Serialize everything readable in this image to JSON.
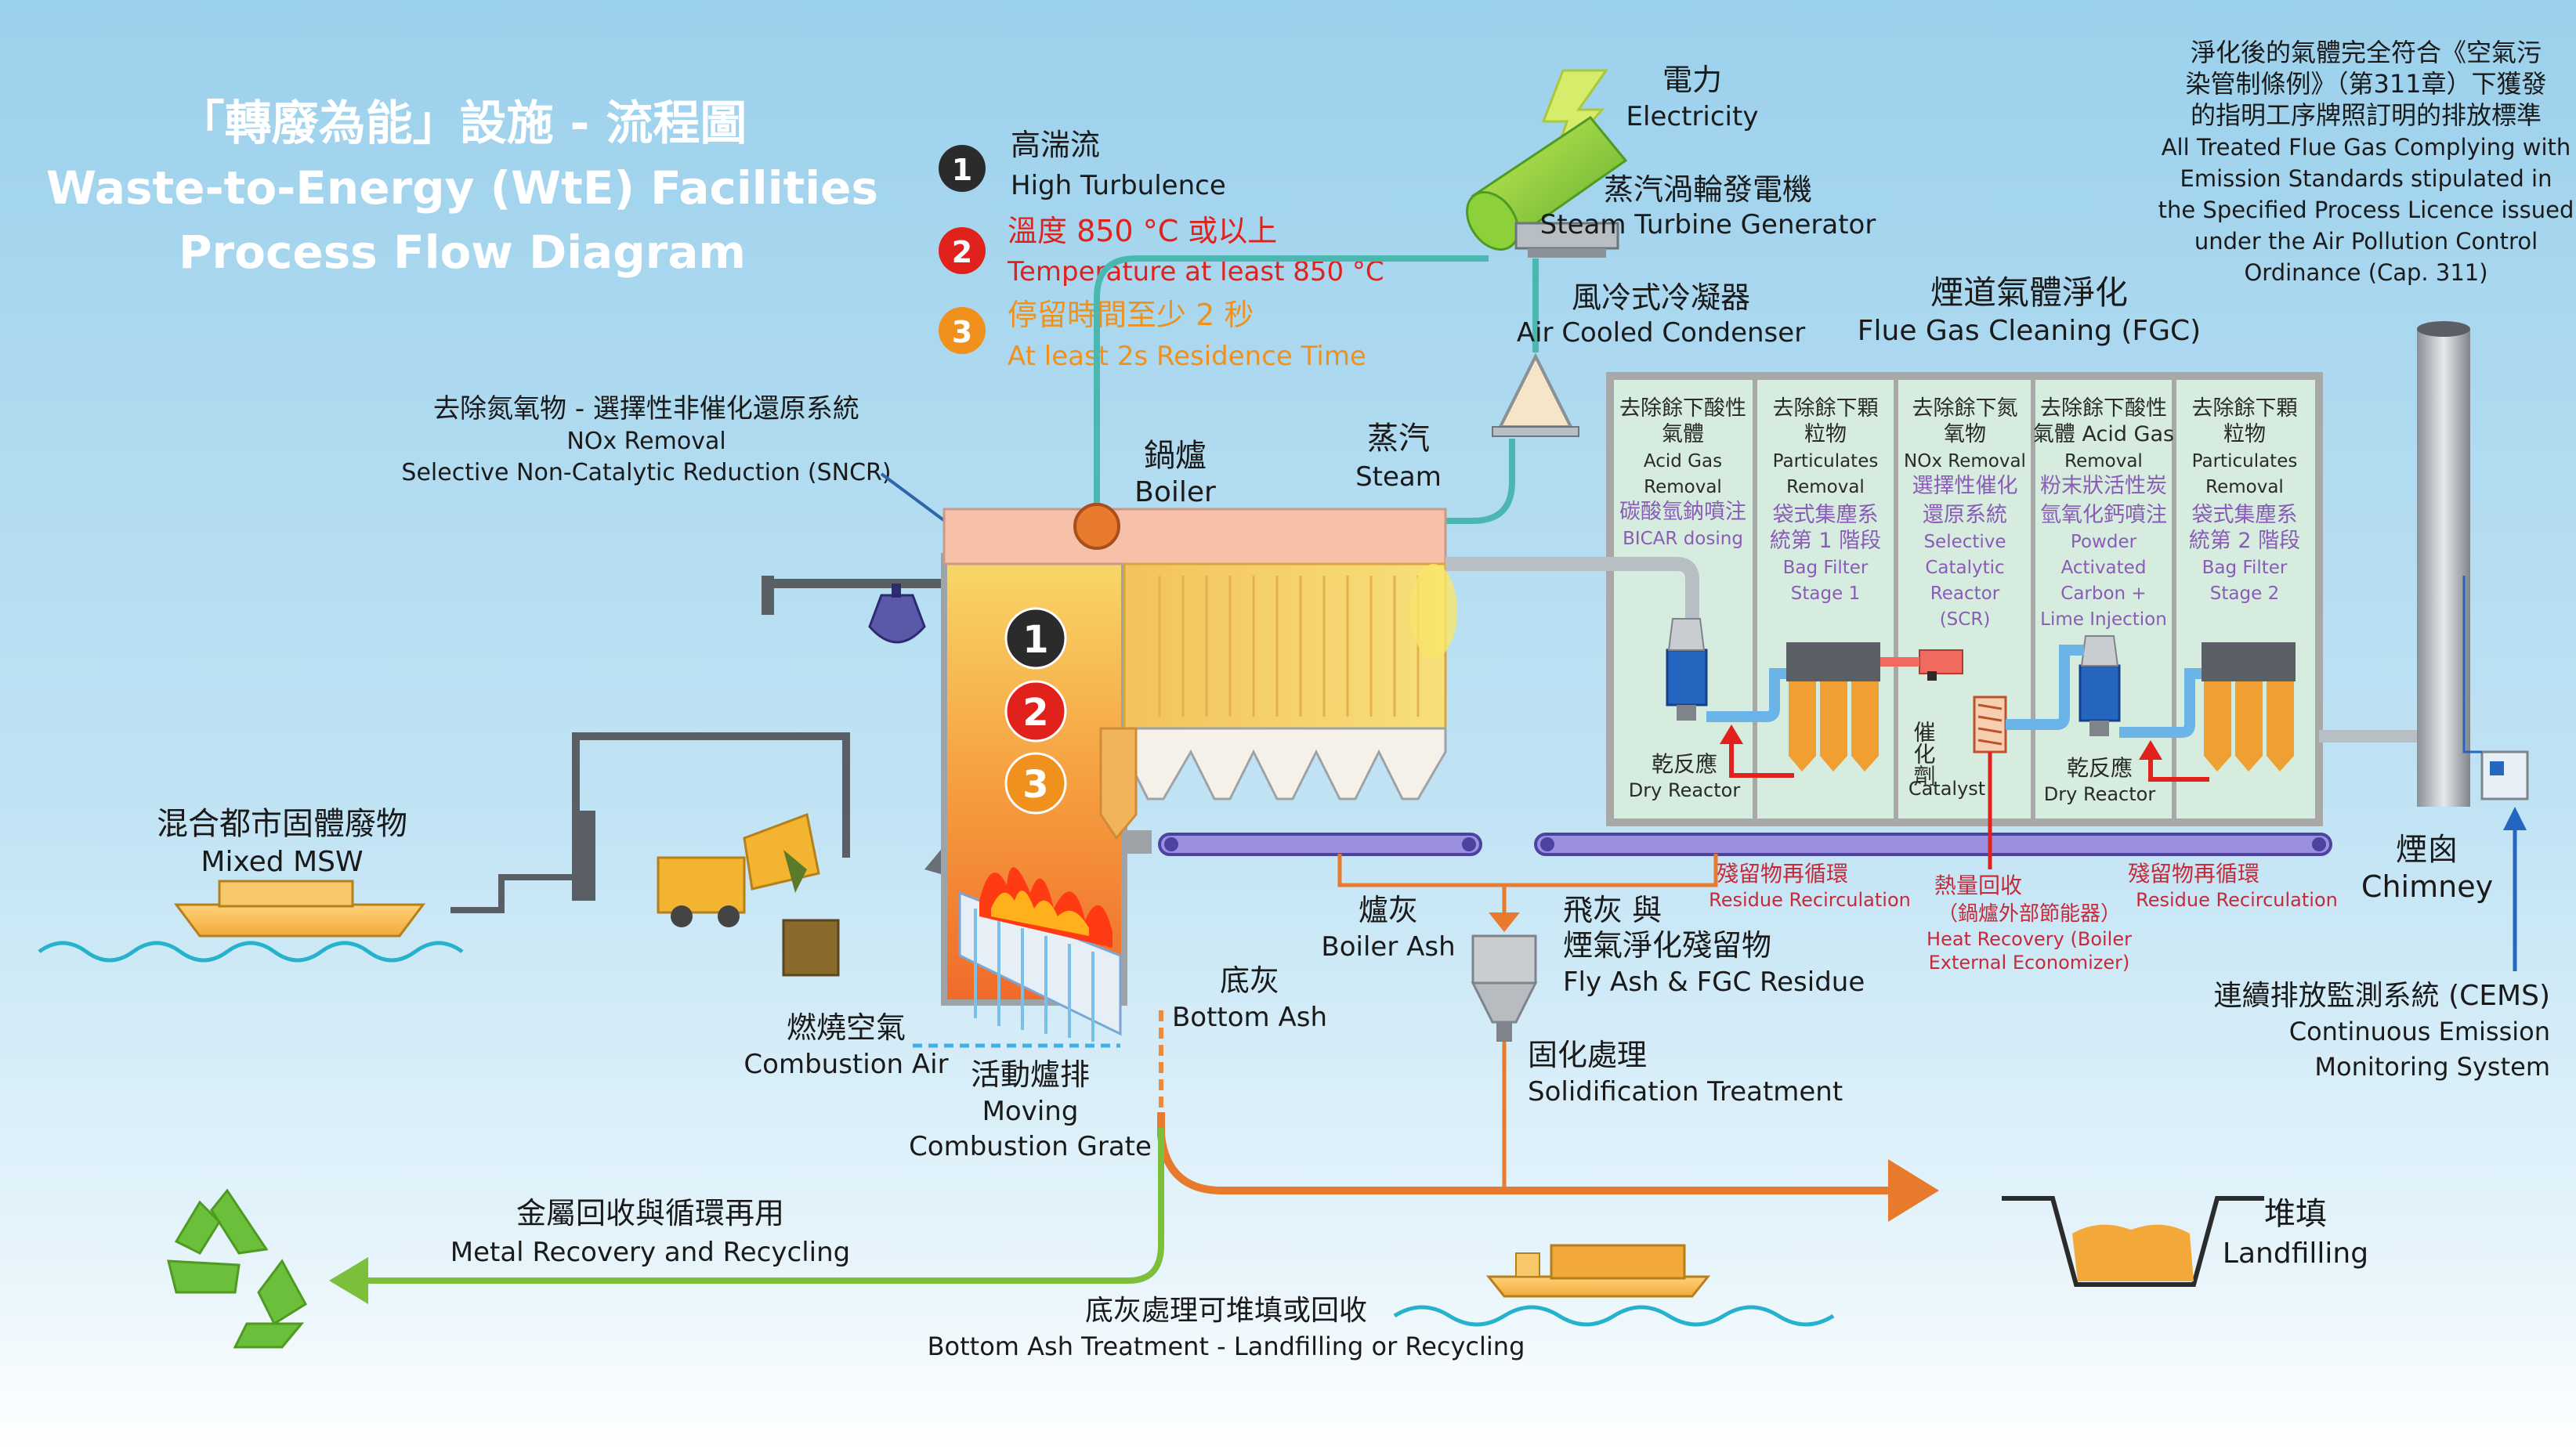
{
  "title": {
    "zh": "「轉廢為能」設施 - 流程圖",
    "en_line1": "Waste-to-Energy (WtE) Facilities",
    "en_line2": "Process Flow Diagram"
  },
  "conditions": [
    {
      "num": "1",
      "zh": "高湍流",
      "en": "High Turbulence",
      "color": "#2b2b2b"
    },
    {
      "num": "2",
      "zh": "溫度 850 °C 或以上",
      "en": "Temperature at least 850 °C",
      "color": "#e0211c"
    },
    {
      "num": "3",
      "zh": "停留時間至少 2 秒",
      "en": "At least 2s Residence Time",
      "color": "#f0901d"
    }
  ],
  "labels": {
    "electricity_zh": "電力",
    "electricity_en": "Electricity",
    "turbine_zh": "蒸汽渦輪發電機",
    "turbine_en": "Steam Turbine Generator",
    "condenser_zh": "風冷式冷凝器",
    "condenser_en": "Air Cooled Condenser",
    "fgc_zh": "煙道氣體淨化",
    "fgc_en": "Flue Gas Cleaning (FGC)",
    "compliance_zh_1": "淨化後的氣體完全符合《空氣污",
    "compliance_zh_2": "染管制條例》（第311章）下獲發",
    "compliance_zh_3": "的指明工序牌照訂明的排放標準",
    "compliance_en_1": "All Treated Flue Gas Complying with",
    "compliance_en_2": "Emission Standards stipulated in",
    "compliance_en_3": "the Specified Process Licence issued",
    "compliance_en_4": "under the Air Pollution Control",
    "compliance_en_5": "Ordinance (Cap. 311)",
    "sncr_zh": "去除氮氧物 - 選擇性非催化還原系統",
    "sncr_en1": "NOx Removal",
    "sncr_en2": "Selective Non-Catalytic Reduction (SNCR)",
    "boiler_zh": "鍋爐",
    "boiler_en": "Boiler",
    "steam_zh": "蒸汽",
    "steam_en": "Steam",
    "msw_zh": "混合都市固體廢物",
    "msw_en": "Mixed MSW",
    "comb_air_zh": "燃燒空氣",
    "comb_air_en": "Combustion Air",
    "grate_zh": "活動爐排",
    "grate_en1": "Moving",
    "grate_en2": "Combustion Grate",
    "bottom_ash_zh": "底灰",
    "bottom_ash_en": "Bottom Ash",
    "boiler_ash_zh": "爐灰",
    "boiler_ash_en": "Boiler Ash",
    "fly_ash_zh1": "飛灰 與",
    "fly_ash_zh2": "煙氣淨化殘留物",
    "fly_ash_en": "Fly Ash & FGC Residue",
    "solid_zh": "固化處理",
    "solid_en": "Solidification Treatment",
    "recirc_zh": "殘留物再循環",
    "recirc_en": "Residue Recirculation",
    "heat_zh1": "熱量回收",
    "heat_zh2": "（鍋爐外部節能器）",
    "heat_en1": "Heat Recovery (Boiler",
    "heat_en2": "External Economizer)",
    "chimney_zh": "煙囪",
    "chimney_en": "Chimney",
    "cems_zh": "連續排放監測系統 (CEMS)",
    "cems_en1": "Continuous Emission",
    "cems_en2": "Monitoring System",
    "metal_zh": "金屬回收與循環再用",
    "metal_en": "Metal Recovery and Recycling",
    "bat_zh": "底灰處理可堆填或回收",
    "bat_en": "Bottom Ash Treatment - Landfilling or Recycling",
    "landfill_zh": "堆填",
    "landfill_en": "Landfilling",
    "dry_reactor_zh": "乾反應",
    "dry_reactor_en": "Dry Reactor",
    "catalyst_zh": "催化劑",
    "catalyst_en": "Catalyst"
  },
  "fgc_panels": [
    {
      "lines": [
        {
          "t": "去除餘下酸性",
          "c": "dark"
        },
        {
          "t": "氣體",
          "c": "dark"
        },
        {
          "t": "Acid Gas",
          "c": "dark"
        },
        {
          "t": "Removal",
          "c": "dark"
        },
        {
          "t": "碳酸氫鈉噴注",
          "c": "purple"
        },
        {
          "t": "BICAR dosing",
          "c": "purple"
        }
      ]
    },
    {
      "lines": [
        {
          "t": "去除餘下顆",
          "c": "dark"
        },
        {
          "t": "粒物",
          "c": "dark"
        },
        {
          "t": "Particulates",
          "c": "dark"
        },
        {
          "t": "Removal",
          "c": "dark"
        },
        {
          "t": "袋式集塵系",
          "c": "purple"
        },
        {
          "t": "統第 1 階段",
          "c": "purple"
        },
        {
          "t": "Bag Filter",
          "c": "purple"
        },
        {
          "t": "Stage 1",
          "c": "purple"
        }
      ]
    },
    {
      "lines": [
        {
          "t": "去除餘下氮",
          "c": "dark"
        },
        {
          "t": "氧物",
          "c": "dark"
        },
        {
          "t": "NOx Removal",
          "c": "dark"
        },
        {
          "t": "選擇性催化",
          "c": "purple"
        },
        {
          "t": "還原系統",
          "c": "purple"
        },
        {
          "t": "Selective",
          "c": "purple"
        },
        {
          "t": "Catalytic",
          "c": "purple"
        },
        {
          "t": "Reactor",
          "c": "purple"
        },
        {
          "t": "(SCR)",
          "c": "purple"
        }
      ]
    },
    {
      "lines": [
        {
          "t": "去除餘下酸性",
          "c": "dark"
        },
        {
          "t": "氣體 Acid Gas",
          "c": "dark"
        },
        {
          "t": "Removal",
          "c": "dark"
        },
        {
          "t": "粉末狀活性炭",
          "c": "purple"
        },
        {
          "t": "氫氧化鈣噴注",
          "c": "purple"
        },
        {
          "t": "Powder",
          "c": "purple"
        },
        {
          "t": "Activated",
          "c": "purple"
        },
        {
          "t": "Carbon +",
          "c": "purple"
        },
        {
          "t": "Lime Injection",
          "c": "purple"
        }
      ]
    },
    {
      "lines": [
        {
          "t": "去除餘下顆",
          "c": "dark"
        },
        {
          "t": "粒物",
          "c": "dark"
        },
        {
          "t": "Particulates",
          "c": "dark"
        },
        {
          "t": "Removal",
          "c": "dark"
        },
        {
          "t": "袋式集塵系",
          "c": "purple"
        },
        {
          "t": "統第 2 階段",
          "c": "purple"
        },
        {
          "t": "Bag Filter",
          "c": "purple"
        },
        {
          "t": "Stage 2",
          "c": "purple"
        }
      ]
    }
  ],
  "boiler_markers": [
    {
      "num": "1",
      "color": "#2b2b2b"
    },
    {
      "num": "2",
      "color": "#e0211c"
    },
    {
      "num": "3",
      "color": "#f0901d"
    }
  ],
  "colors": {
    "sky": "#9bd0ec",
    "panel": "#d5ecde",
    "furnace": "#f48a3a",
    "conveyor": "#8e7fd4",
    "ash_orange": "#e87a2e",
    "green_line": "#7bbf3a",
    "red_arrow": "#e0211c",
    "steam_teal": "#4ab8b0"
  }
}
